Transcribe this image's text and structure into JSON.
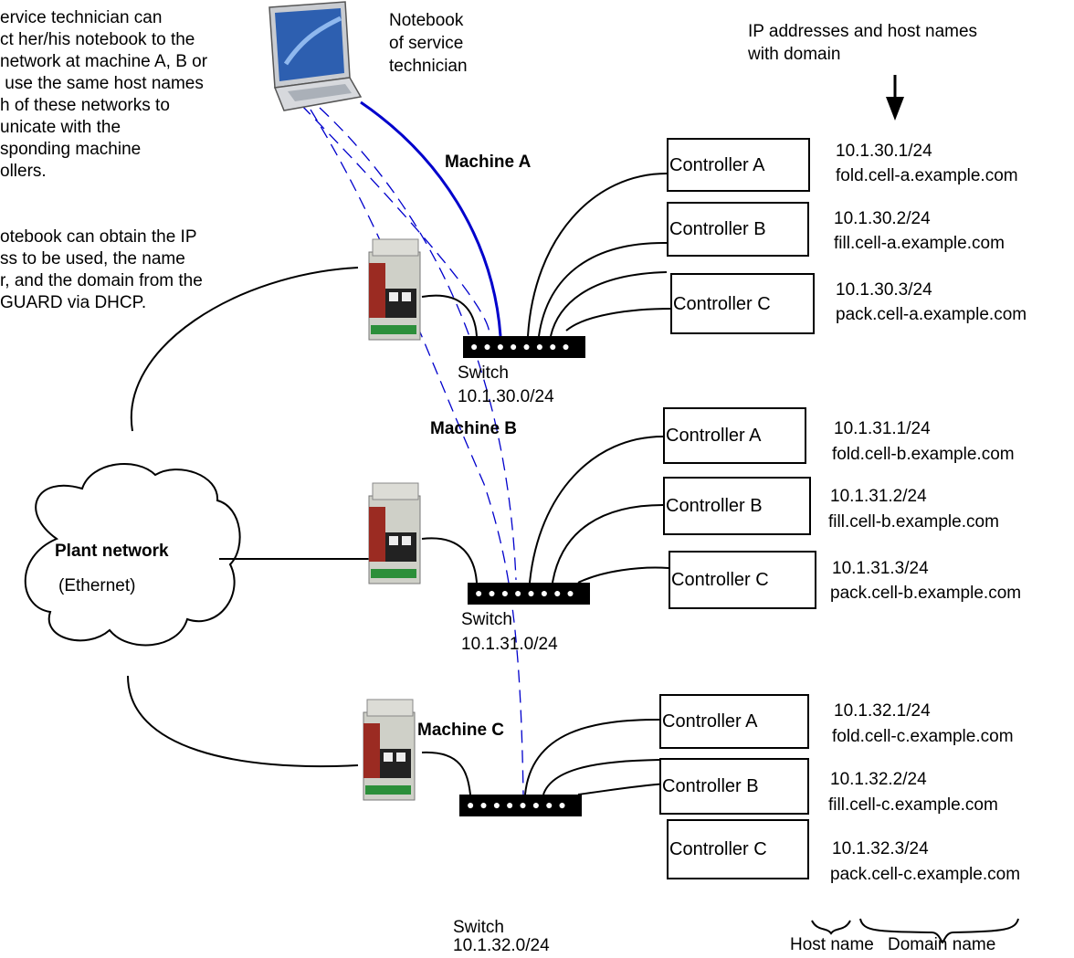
{
  "intro": {
    "para1": [
      "ervice technician can",
      "ct her/his notebook to the",
      "network at machine A, B or",
      " use the same host names",
      "h of these networks to",
      "unicate with the",
      "sponding machine",
      "ollers."
    ],
    "para2": [
      "otebook can obtain the IP",
      "ss to be used, the name",
      "r, and the domain from the",
      "GUARD via DHCP."
    ]
  },
  "notebook_label": [
    "Notebook",
    "of service",
    "technician"
  ],
  "ip_header": [
    "IP addresses and host names",
    "with domain"
  ],
  "plant": {
    "title": "Plant network",
    "subtitle": "(Ethernet)"
  },
  "switch_label": "Switch",
  "machines": [
    {
      "name": "Machine A",
      "subnet": "10.1.30.0/24",
      "controllers": [
        {
          "label": "Controller A",
          "ip": "10.1.30.1/24",
          "host": "fold.cell-a.example.com"
        },
        {
          "label": "Controller B",
          "ip": "10.1.30.2/24",
          "host": "fill.cell-a.example.com"
        },
        {
          "label": "Controller C",
          "ip": "10.1.30.3/24",
          "host": "pack.cell-a.example.com"
        }
      ]
    },
    {
      "name": "Machine B",
      "subnet": "10.1.31.0/24",
      "controllers": [
        {
          "label": "Controller A",
          "ip": "10.1.31.1/24",
          "host": "fold.cell-b.example.com"
        },
        {
          "label": "Controller B",
          "ip": "10.1.31.2/24",
          "host": "fill.cell-b.example.com"
        },
        {
          "label": "Controller C",
          "ip": "10.1.31.3/24",
          "host": "pack.cell-b.example.com"
        }
      ]
    },
    {
      "name": "Machine C",
      "subnet": "10.1.32.0/24",
      "controllers": [
        {
          "label": "Controller A",
          "ip": "10.1.32.1/24",
          "host": "fold.cell-c.example.com"
        },
        {
          "label": "Controller B",
          "ip": "10.1.32.2/24",
          "host": "fill.cell-c.example.com"
        },
        {
          "label": "Controller C",
          "ip": "10.1.32.3/24",
          "host": "pack.cell-c.example.com"
        }
      ]
    }
  ],
  "legend": {
    "host_name": "Host name",
    "domain_name": "Domain name"
  },
  "icons": [
    "laptop-icon",
    "mguard-device-icon",
    "network-switch-icon",
    "cloud-icon"
  ],
  "colors": {
    "notebook_link": "#0000cc",
    "lines": "#000000"
  }
}
